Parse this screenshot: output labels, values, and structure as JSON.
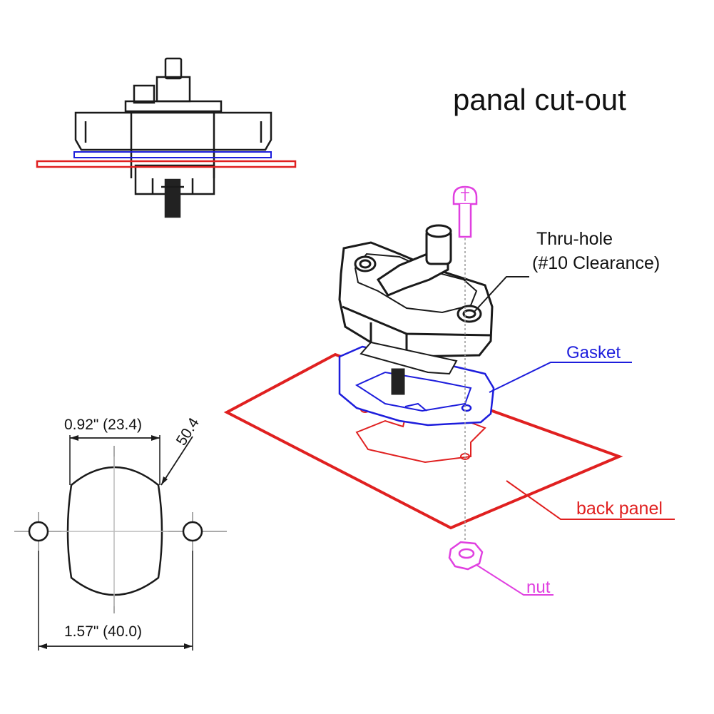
{
  "title": "panal cut-out",
  "labels": {
    "thru_hole_line1": "Thru-hole",
    "thru_hole_line2": "(#10 Clearance)",
    "gasket": "Gasket",
    "back_panel": "back panel",
    "nut": "nut"
  },
  "dimensions": {
    "width_small": "0.92\" (23.4)",
    "diameter": "50.4",
    "width_large": "1.57\" (40.0)"
  },
  "colors": {
    "outline": "#1a1a1a",
    "panel_red": "#e02020",
    "gasket_blue": "#1d1ddc",
    "screw_magenta": "#e040e0",
    "centerline_gray": "#b0b0b0"
  }
}
